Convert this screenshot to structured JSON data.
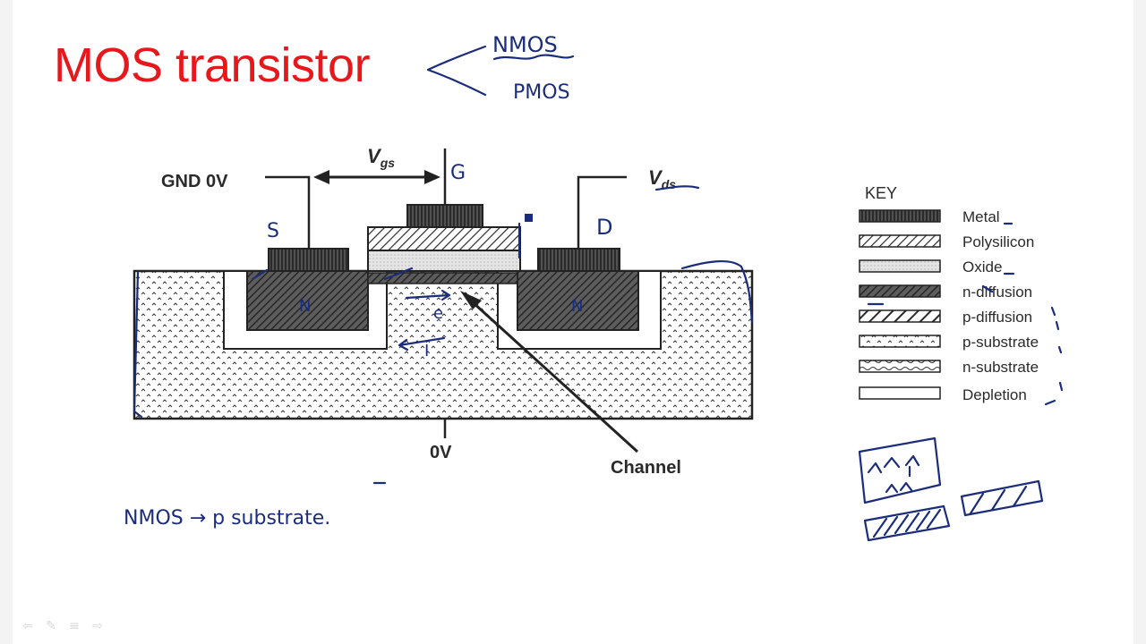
{
  "slide": {
    "title": "MOS transistor"
  },
  "annotations": {
    "nmos": "NMOS",
    "pmos": "PMOS",
    "gate": "G",
    "source": "S",
    "drain": "D",
    "n_left": "N",
    "n_right": "N",
    "electron": "e",
    "current": "I",
    "note": "NMOS → p substrate."
  },
  "diagram": {
    "gnd_label": "GND 0V",
    "vgs": "V",
    "vgs_sub": "gs",
    "vds": "V",
    "vds_sub": "ds",
    "zero_v": "0V",
    "channel": "Channel"
  },
  "key": {
    "title": "KEY",
    "items": [
      {
        "label": "Metal",
        "pattern": "metal"
      },
      {
        "label": "Polysilicon",
        "pattern": "poly"
      },
      {
        "label": "Oxide",
        "pattern": "oxide"
      },
      {
        "label": "n-diffusion",
        "pattern": "ndiff"
      },
      {
        "label": "p-diffusion",
        "pattern": "pdiff"
      },
      {
        "label": "p-substrate",
        "pattern": "psub"
      },
      {
        "label": "n-substrate",
        "pattern": "nsub"
      },
      {
        "label": "Depletion",
        "pattern": "depl"
      }
    ]
  },
  "nav": {
    "prev": "⇦",
    "pen": "✎",
    "menu": "≡",
    "next": "⇨"
  },
  "colors": {
    "title": "#e8171b",
    "ink": "#1b2d7a",
    "diagram": "#2a2a2a"
  }
}
